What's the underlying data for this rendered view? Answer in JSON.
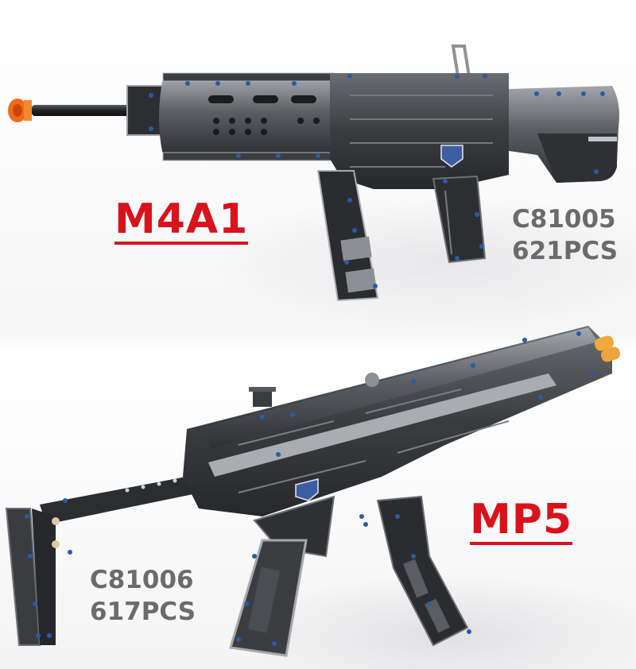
{
  "products": [
    {
      "model": "M4A1",
      "code": "C81005",
      "pieces": "621PCS"
    },
    {
      "model": "MP5",
      "code": "C81006",
      "pieces": "617PCS"
    }
  ],
  "colors": {
    "label_red": "#d9121b",
    "spec_gray": "#6b6b6b",
    "body_dark": "#2e3033",
    "body_mid": "#55585d",
    "body_light": "#9a9da2",
    "pin_blue": "#2a5aa8",
    "tip_orange": "#f26a1b",
    "tip_yellow": "#f3a93a"
  }
}
